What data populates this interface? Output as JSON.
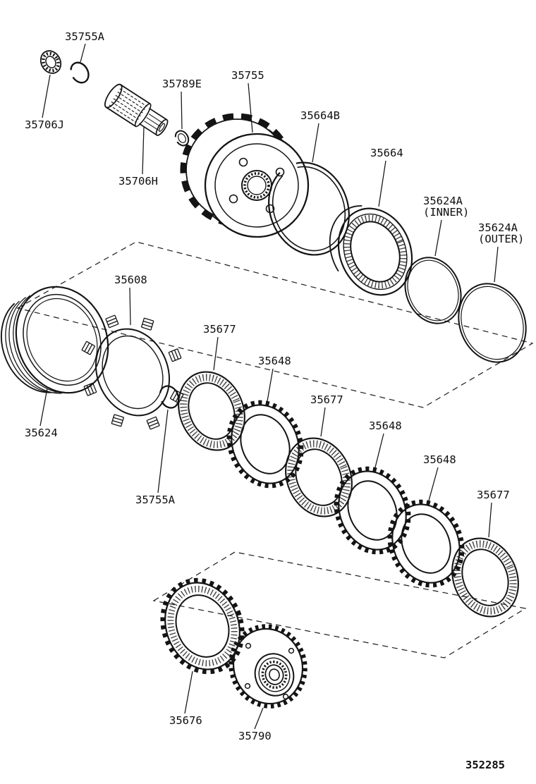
{
  "figure_number": "352285",
  "labels": [
    {
      "text": "35755A"
    },
    {
      "text": "35706J"
    },
    {
      "text": "35789E"
    },
    {
      "text": "35755"
    },
    {
      "text": "35706H"
    },
    {
      "text": "35664B"
    },
    {
      "text": "35664"
    },
    {
      "text": "35624A",
      "text2": "(INNER)"
    },
    {
      "text": "35624A",
      "text2": "(OUTER)"
    },
    {
      "text": "35608"
    },
    {
      "text": "35677"
    },
    {
      "text": "35648"
    },
    {
      "text": "35677"
    },
    {
      "text": "35648"
    },
    {
      "text": "35648"
    },
    {
      "text": "35677"
    },
    {
      "text": "35624"
    },
    {
      "text": "35755A"
    },
    {
      "text": "35676"
    },
    {
      "text": "35790"
    }
  ]
}
